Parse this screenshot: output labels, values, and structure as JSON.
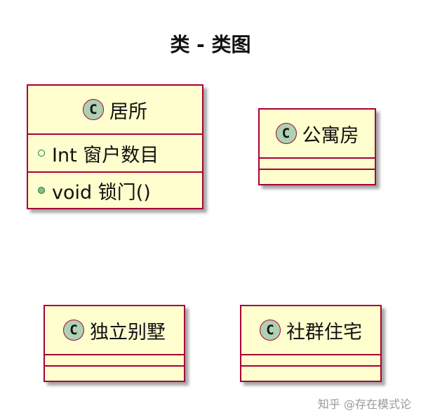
{
  "diagram": {
    "title": "类 - 类图",
    "classes": [
      {
        "name": "居所",
        "stereotype_badge": "C",
        "members": [
          {
            "visibility": "public",
            "marker": "hollow-circle",
            "text": "Int 窗户数目"
          },
          {
            "visibility": "public",
            "marker": "filled-circle",
            "text": "void 锁门()"
          }
        ]
      },
      {
        "name": "公寓房",
        "stereotype_badge": "C",
        "members": []
      },
      {
        "name": "独立别墅",
        "stereotype_badge": "C",
        "members": []
      },
      {
        "name": "社群住宅",
        "stereotype_badge": "C",
        "members": []
      }
    ],
    "colors": {
      "class_fill": "#fefece",
      "class_border": "#a80036",
      "badge_fill": "#add1b2",
      "visibility_marker": "#038048"
    }
  },
  "watermark": "知乎 @存在模式论"
}
